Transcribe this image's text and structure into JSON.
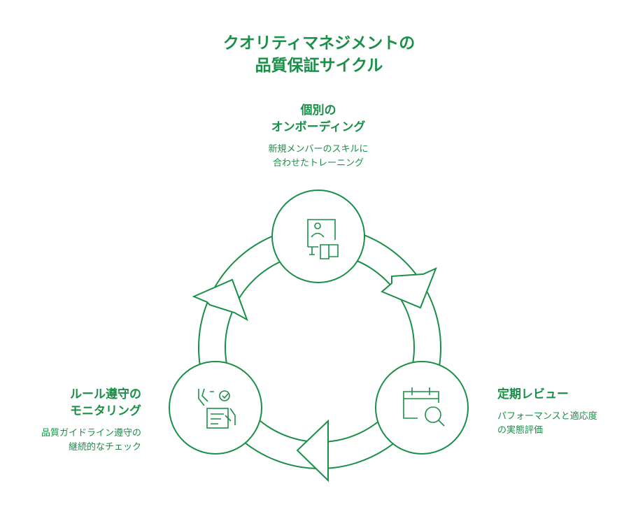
{
  "title": {
    "line1": "クオリティマネジメントの",
    "line2": "品質保証サイクル"
  },
  "colors": {
    "accent": "#1a8f48"
  },
  "steps": [
    {
      "title1": "個別の",
      "title2": "オンボーディング",
      "desc1": "新規メンバーのスキルに",
      "desc2": "合わせたトレーニング",
      "icon": "monitor-person-book-icon"
    },
    {
      "title1": "定期レビュー",
      "desc1": "パフォーマンスと適応度",
      "desc2": "の実態評価",
      "icon": "calendar-search-icon"
    },
    {
      "title1": "ルール遵守の",
      "title2": "モニタリング",
      "desc1": "品質ガイドライン遵守の",
      "desc2": "継続的なチェック",
      "icon": "checklist-hands-icon"
    }
  ]
}
